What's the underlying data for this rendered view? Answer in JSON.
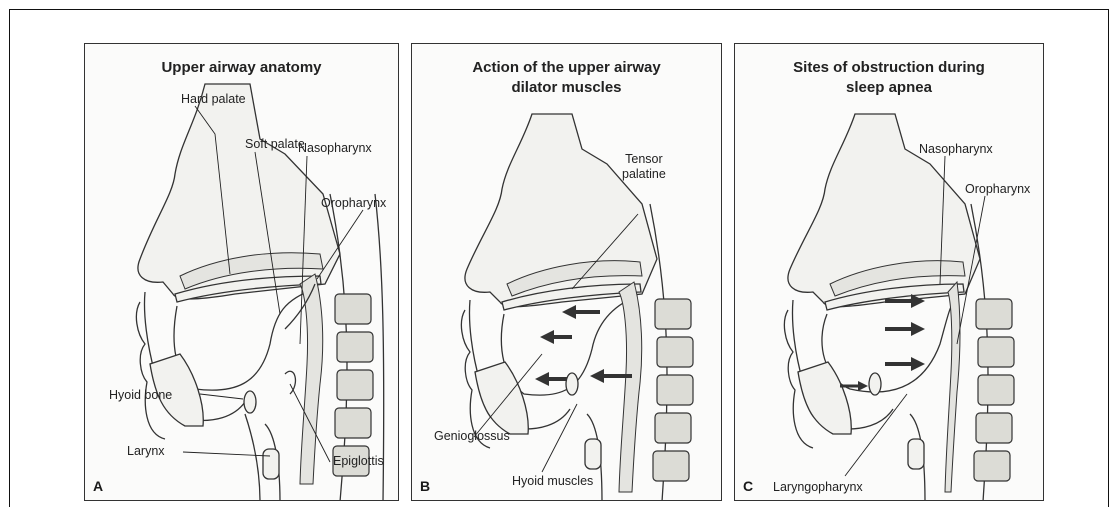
{
  "panels": [
    {
      "letter": "A",
      "title": "Upper airway anatomy",
      "labels": {
        "hard_palate": "Hard palate",
        "soft_palate": "Soft palate",
        "nasopharynx": "Nasopharynx",
        "oropharynx": "Oropharynx",
        "hyoid_bone": "Hyoid bone",
        "larynx": "Larynx",
        "epiglottis": "Epiglottis"
      }
    },
    {
      "letter": "B",
      "title": "Action of the upper airway\ndilator muscles",
      "labels": {
        "tensor_palatine": "Tensor\npalatine",
        "genioglossus": "Genioglossus",
        "hyoid_muscles": "Hyoid muscles"
      }
    },
    {
      "letter": "C",
      "title": "Sites of obstruction during\nsleep apnea",
      "labels": {
        "nasopharynx": "Nasopharynx",
        "oropharynx": "Oropharynx",
        "laryngopharynx": "Laryngopharynx"
      }
    }
  ]
}
